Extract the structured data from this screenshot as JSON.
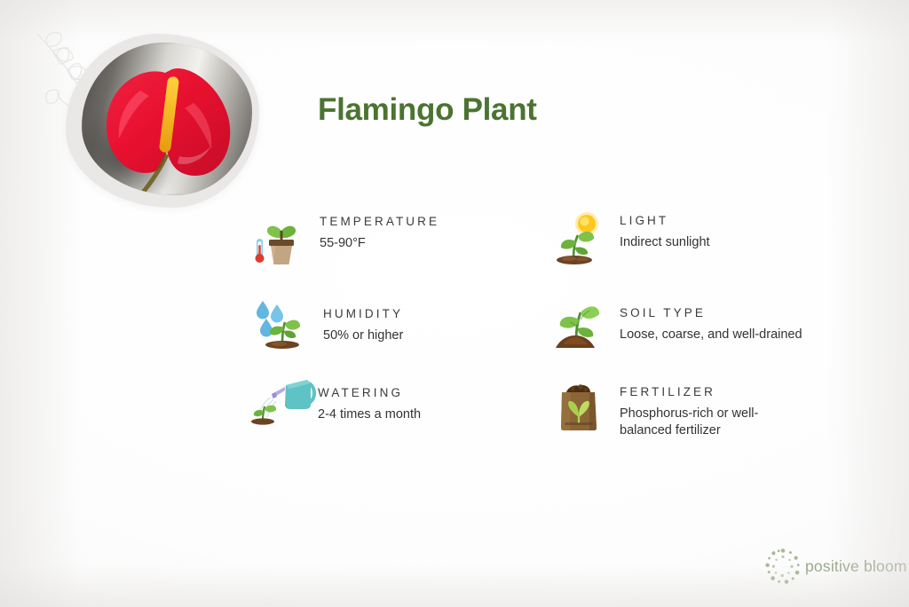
{
  "page": {
    "title": "Flamingo Plant",
    "plant_photo_alt": "red-anthurium-flower-photo",
    "background_color": "#fdfdfc",
    "title_color": "#4b7331",
    "label_color": "#3b3b3b",
    "value_color": "#333333"
  },
  "care": {
    "left_column": [
      {
        "icon": "potted-plant-thermometer-icon",
        "label": "TEMPERATURE",
        "value": "55-90°F"
      },
      {
        "icon": "seedling-water-drops-icon",
        "label": "HUMIDITY",
        "value": "50% or higher"
      },
      {
        "icon": "watering-can-icon",
        "label": "WATERING",
        "value": "2-4 times a month"
      }
    ],
    "right_column": [
      {
        "icon": "seedling-sun-icon",
        "label": "LIGHT",
        "value": "Indirect sunlight"
      },
      {
        "icon": "seedling-soil-icon",
        "label": "SOIL TYPE",
        "value": "Loose, coarse, and well-drained"
      },
      {
        "icon": "fertilizer-bag-icon",
        "label": "FERTILIZER",
        "value": "Phosphorus-rich or well-balanced fertilizer"
      }
    ]
  },
  "logo": {
    "mark": "dotted-circle-bloom-icon",
    "text": "positive bloom",
    "color": "#9aa78c"
  }
}
